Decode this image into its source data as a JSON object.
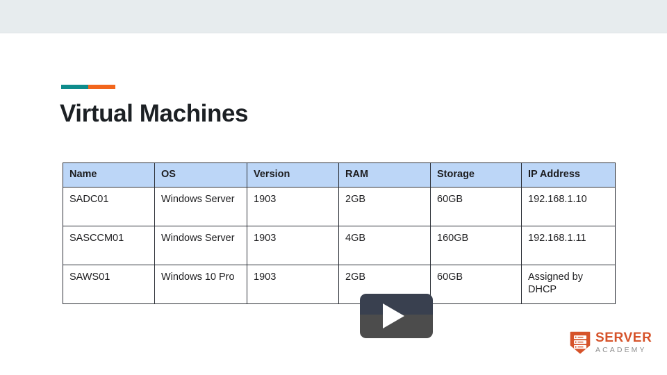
{
  "window": {
    "top_band_color": "#e7ecee"
  },
  "slide": {
    "accent": {
      "left_color": "#0e8c8c",
      "right_color": "#f2661c"
    },
    "title": "Virtual Machines"
  },
  "table": {
    "header_background": "#bcd6f7",
    "columns": [
      "Name",
      "OS",
      "Version",
      "RAM",
      "Storage",
      "IP Address"
    ],
    "rows": [
      {
        "name": "SADC01",
        "os": "Windows Server",
        "version": "1903",
        "ram": "2GB",
        "storage": "60GB",
        "ip": "192.168.1.10"
      },
      {
        "name": "SASCCM01",
        "os": "Windows Server",
        "version": "1903",
        "ram": "4GB",
        "storage": "160GB",
        "ip": "192.168.1.11"
      },
      {
        "name": "SAWS01",
        "os": "Windows 10 Pro",
        "version": "1903",
        "ram": "2GB",
        "storage": "60GB",
        "ip": "Assigned by DHCP"
      }
    ]
  },
  "player": {
    "play_button_icon": "play-triangle-icon",
    "overlay_top_color": "#39404f",
    "overlay_bottom_color": "#4c4c4c"
  },
  "logo": {
    "mark_icon": "server-rack-shield-icon",
    "primary_word": "SERVER",
    "secondary_word": "ACADEMY",
    "primary_color": "#d6532a",
    "secondary_color": "#8e8e8e"
  }
}
